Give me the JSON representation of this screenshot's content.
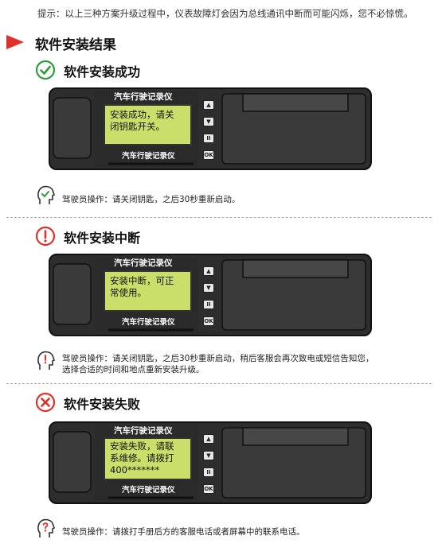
{
  "tip": "提示：以上三种方案升级过程中，仪表故障灯会因为总线通讯中断而可能闪烁，您不必惊慌。",
  "main_heading": "软件安装结果",
  "device": {
    "title": "汽车行驶记录仪",
    "subtitle": "汽车行驶记录仪",
    "btn_up": "▲",
    "btn_down": "▼",
    "btn_pause": "II",
    "btn_ok": "OK"
  },
  "sections": [
    {
      "heading": "软件安装成功",
      "icon": "check-circle-icon",
      "icon_color": "#2e9a3a",
      "screen_lines": [
        "安装成功，请关",
        "闭钥匙开关。"
      ],
      "op_lines": [
        "驾驶员操作：请关闭钥匙，之后30秒重新启动。"
      ]
    },
    {
      "heading": "软件安装中断",
      "icon": "exclamation-circle-icon",
      "icon_color": "#e0302a",
      "screen_lines": [
        "安装中断，可正",
        "常使用。"
      ],
      "op_lines": [
        "驾驶员操作：请关闭钥匙，之后30秒重新启动，稍后客服会再次致电或短信告知您，",
        "选择合适的时间和地点重新安装升级。"
      ]
    },
    {
      "heading": "软件安装失败",
      "icon": "x-circle-icon",
      "icon_color": "#e0302a",
      "screen_lines": [
        "安装失败，请联",
        "系维修。请拨打",
        "400*******"
      ],
      "op_lines": [
        "驾驶员操作：请拨打手册后方的客服电话或者屏幕中的联系电话。"
      ]
    }
  ]
}
